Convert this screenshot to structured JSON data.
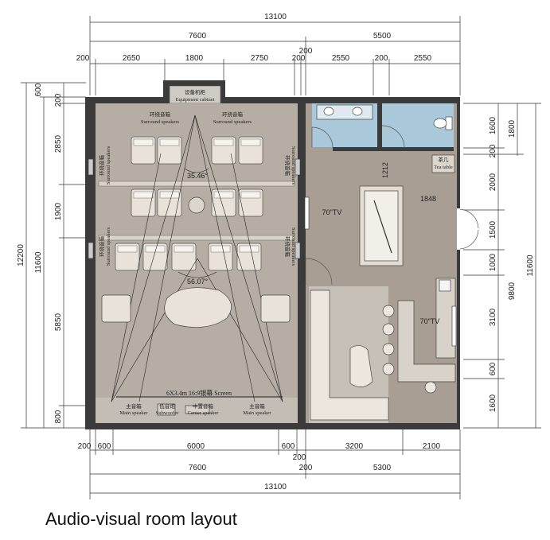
{
  "caption": "Audio-visual room  layout",
  "colors": {
    "wall": "#3b3b3b",
    "room_floor": "#b6aea5",
    "lounge_floor": "#a99e93",
    "bathroom_tile": "#a9c8d9",
    "seat": "#e8e2d8",
    "counter": "#d8d2c8"
  },
  "dimensions": {
    "top_total": "13100",
    "top_left": "7600",
    "top_right": "5500",
    "top_mid": "200",
    "top_segments": [
      "200",
      "2650",
      "1800",
      "2750",
      "200",
      "2550",
      "200",
      "2550"
    ],
    "bottom_segments": [
      "200",
      "600",
      "6000",
      "600",
      "3200",
      "2100"
    ],
    "bottom_mid": "200",
    "bottom_left": "7600",
    "bottom_right": "5300",
    "bottom_mid2": "200",
    "bottom_total": "13100",
    "left_total": "12200",
    "left_inner": "11600",
    "left_segments": [
      "600",
      "200",
      "2850",
      "1900",
      "5850",
      "800"
    ],
    "right_segments": [
      "1600",
      "200",
      "2000",
      "1500",
      "1000",
      "3100",
      "600",
      "1600"
    ],
    "right_upper": "1800",
    "right_mid": "9800",
    "right_total": "11600"
  },
  "labels": {
    "equipment_cn": "设备机柜",
    "equipment_en": "Equipment cabinet",
    "surround_cn": "环绕音箱",
    "surround_en": "Surround speakers",
    "surround_side_cn": "环绕音箱",
    "surround_side_en": "Surround speakers",
    "angle_top": "35.46°",
    "angle_bottom": "56.07°",
    "screen": "6X3.4m  16:9银幕 Screen",
    "main_cn": "主音箱",
    "main_en": "Main speaker",
    "sub_cn": "低音炮",
    "sub_en": "Subwoofer",
    "center_cn": "中置音箱",
    "center_en": "Center speaker",
    "tv1": "70\"TV",
    "tv2": "70\"TV",
    "tea_cn": "茶几",
    "tea_en": "Tea table",
    "dim_1212": "1212",
    "dim_1848": "1848"
  }
}
